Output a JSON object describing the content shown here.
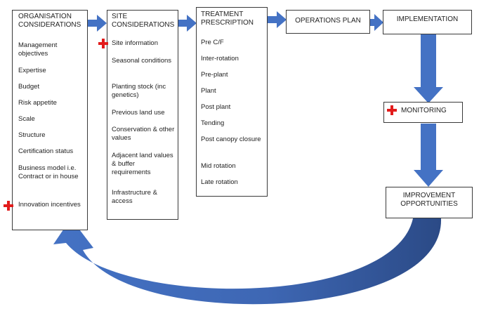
{
  "organisation": {
    "title": "ORGANISATION CONSIDERATIONS",
    "items": [
      "Management objectives",
      "Expertise",
      "Budget",
      "Risk appetite",
      "Scale",
      "Structure",
      "Certification status",
      "Business model i.e. Contract or in house",
      "Innovation incentives"
    ]
  },
  "site": {
    "title": "SITE CONSIDERATIONS",
    "items": [
      "Site information",
      "Seasonal conditions",
      "Planting stock (inc genetics)",
      "Previous land use",
      "Conservation & other values",
      "Adjacent land values & buffer requirements",
      "Infrastructure & access"
    ]
  },
  "treatment": {
    "title": "TREATMENT PRESCRIPTION",
    "items": [
      "Pre C/F",
      "Inter-rotation",
      "Pre-plant",
      "Plant",
      "Post plant",
      "Tending",
      "Post canopy closure",
      "Mid rotation",
      "Late rotation"
    ]
  },
  "operations_plan": {
    "label": "OPERATIONS PLAN"
  },
  "implementation": {
    "label": "IMPLEMENTATION"
  },
  "monitoring": {
    "label": "MONITORING"
  },
  "improvement": {
    "label": "IMPROVEMENT OPPORTUNITIES"
  },
  "colors": {
    "arrow": "#4472c4",
    "arrow_dark": "#2e4f8f",
    "marker": "#e21b1b",
    "border": "#3a3a3a"
  },
  "markers": [
    "red-cross-icon on Site information",
    "red-cross-icon on Innovation incentives",
    "red-cross-icon on MONITORING"
  ]
}
